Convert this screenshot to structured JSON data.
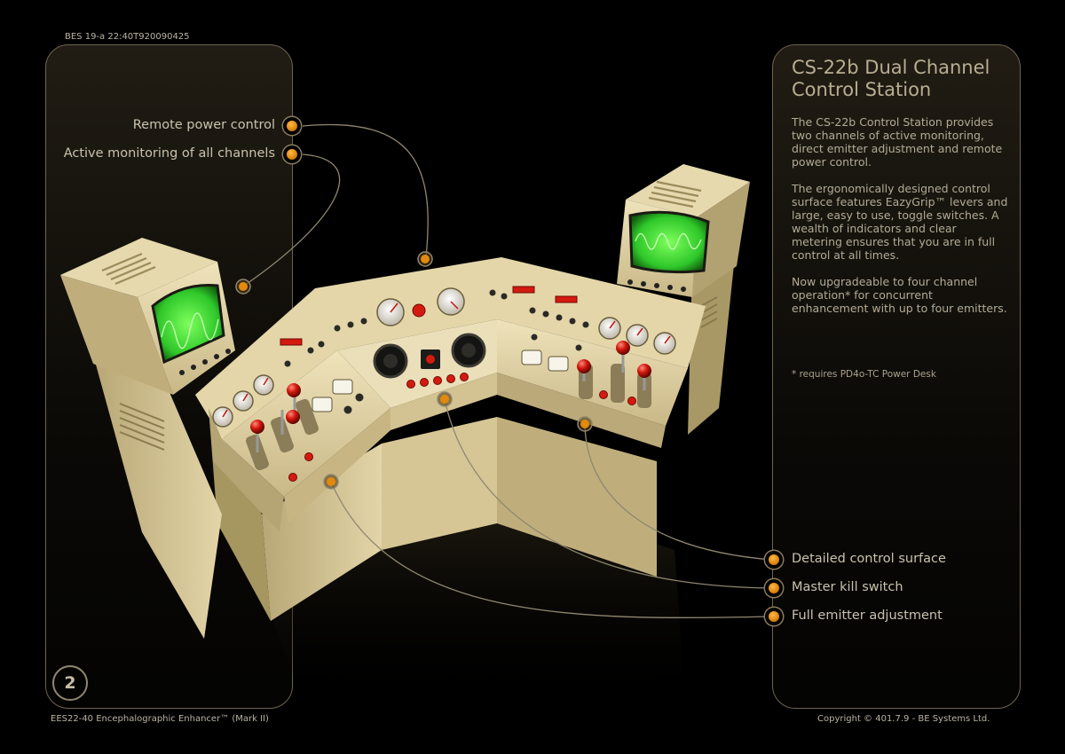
{
  "header": {
    "code": "BES 19-a 22:40T920090425"
  },
  "callouts_left": [
    {
      "label": "Remote power control"
    },
    {
      "label": "Active monitoring of all channels"
    }
  ],
  "callouts_right": [
    {
      "label": "Detailed control surface"
    },
    {
      "label": "Master kill switch"
    },
    {
      "label": "Full emitter adjustment"
    }
  ],
  "info": {
    "title_line1": "CS-22b Dual Channel",
    "title_line2": "Control Station",
    "para1": "The CS-22b Control Station provides two channels of active monitoring, direct emitter adjustment  and remote power control.",
    "para2": "The ergonomically designed control surface features EazyGrip™ levers and large, easy to use,  toggle switches. A wealth of indicators and clear metering ensures that you are in full control at all times.",
    "para3": "Now upgradeable to four  channel operation* for concurrent enhancement with up to four emitters.",
    "footnote": "* requires PD4o-TC Power Desk"
  },
  "page": {
    "number": "2"
  },
  "footer": {
    "left": "EES22-40 Encephalographic Enhancer™ (Mark II)",
    "right": "Copyright © 401.7.9 - BE Systems Ltd."
  },
  "colors": {
    "accent": "#e2890e",
    "panel_border": "#6d6450",
    "text": "#c9c2ae",
    "console": "#d9cba0",
    "screen": "#3fd83a"
  }
}
